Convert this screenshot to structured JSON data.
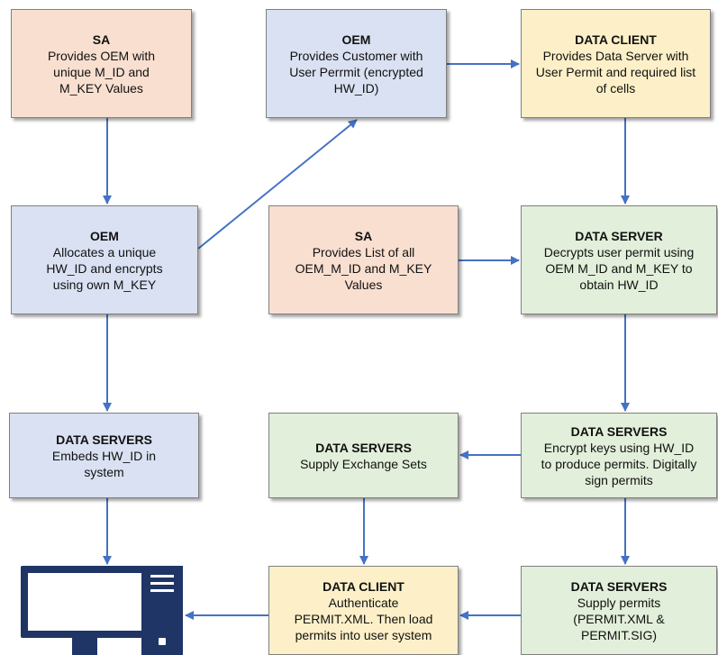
{
  "colors": {
    "sa": "#f9dfd0",
    "oem": "#d9e1f2",
    "data_client": "#fdf0c8",
    "data_server": "#e2efda",
    "arrow": "#4472c4",
    "computer": "#1f3566"
  },
  "boxes": [
    {
      "title": "SA",
      "body": "Provides OEM with\nunique M_ID and\nM_KEY Values"
    },
    {
      "title": "OEM",
      "body": "Provides Customer with\nUser Perrmit (encrypted\nHW_ID)"
    },
    {
      "title": "DATA CLIENT",
      "body": "Provides Data Server with\nUser Permit and required list\nof cells"
    },
    {
      "title": "OEM",
      "body": "Allocates a unique\nHW_ID and encrypts\nusing own M_KEY"
    },
    {
      "title": "SA",
      "body": "Provides List of all\nOEM_M_ID and M_KEY\nValues"
    },
    {
      "title": "DATA SERVER",
      "body": "Decrypts user permit using\nOEM M_ID and M_KEY to\nobtain HW_ID"
    },
    {
      "title": "DATA SERVERS",
      "body": "Embeds HW_ID in\nsystem"
    },
    {
      "title": "DATA SERVERS",
      "body": "Supply Exchange Sets"
    },
    {
      "title": "DATA SERVERS",
      "body": "Encrypt keys using HW_ID\nto produce permits. Digitally\nsign permits"
    },
    {
      "title": "DATA CLIENT",
      "body": "Authenticate\nPERMIT.XML. Then load\npermits into user system"
    },
    {
      "title": "DATA SERVERS",
      "body": "Supply permits\n(PERMIT.XML &\nPERMIT.SIG)"
    }
  ],
  "icons": {
    "computer": "desktop-computer-icon"
  }
}
